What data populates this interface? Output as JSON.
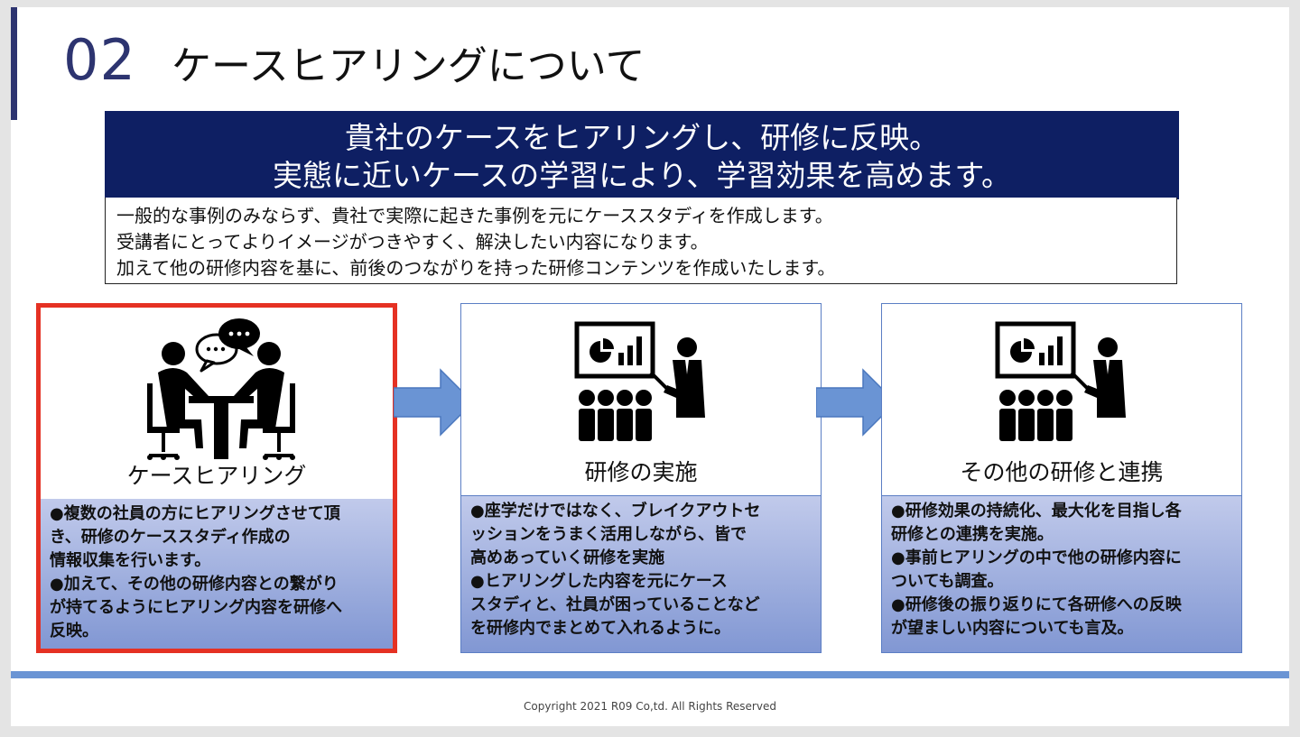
{
  "slide": {
    "number": "02",
    "title": "ケースヒアリングについて",
    "banner_lines": [
      "貴社のケースをヒアリングし、研修に反映。",
      "実態に近いケースの学習により、学習効果を高めます。"
    ],
    "description_lines": [
      "一般的な事例のみならず、貴社で実際に起きた事例を元にケーススタディを作成します。",
      "受講者にとってよりイメージがつきやすく、解決したい内容になります。",
      "加えて他の研修内容を基に、前後のつながりを持った研修コンテンツを作成いたします。"
    ],
    "cards": [
      {
        "label": "ケースヒアリング",
        "icon": "meeting-icon",
        "highlighted": true,
        "lines": [
          "●複数の社員の方にヒアリングさせて頂",
          "き、研修のケーススタディ作成の",
          "情報収集を行います。",
          "●加えて、その他の研修内容との繋がり",
          "が持てるようにヒアリング内容を研修へ",
          "反映。"
        ]
      },
      {
        "label": "研修の実施",
        "icon": "presentation-icon",
        "highlighted": false,
        "lines": [
          "●座学だけではなく、ブレイクアウトセ",
          "ッションをうまく活用しながら、皆で",
          "高めあっていく研修を実施",
          "●ヒアリングした内容を元にケース",
          "スタディと、社員が困っていることなど",
          "を研修内でまとめて入れるように。"
        ]
      },
      {
        "label": "その他の研修と連携",
        "icon": "presentation-icon",
        "highlighted": false,
        "lines": [
          "●研修効果の持続化、最大化を目指し各",
          "研修との連携を実施。",
          "●事前ヒアリングの中で他の研修内容に",
          "ついても調査。",
          "●研修後の振り返りにて各研修への反映",
          "が望ましい内容についても言及。"
        ]
      }
    ],
    "footer": "Copyright 2021 R09 Co,td. All Rights Reserved",
    "colors": {
      "navy": "#0e1f63",
      "title_number": "#2d3470",
      "highlight_border": "#e53123",
      "arrow": "#6a94d4"
    }
  }
}
